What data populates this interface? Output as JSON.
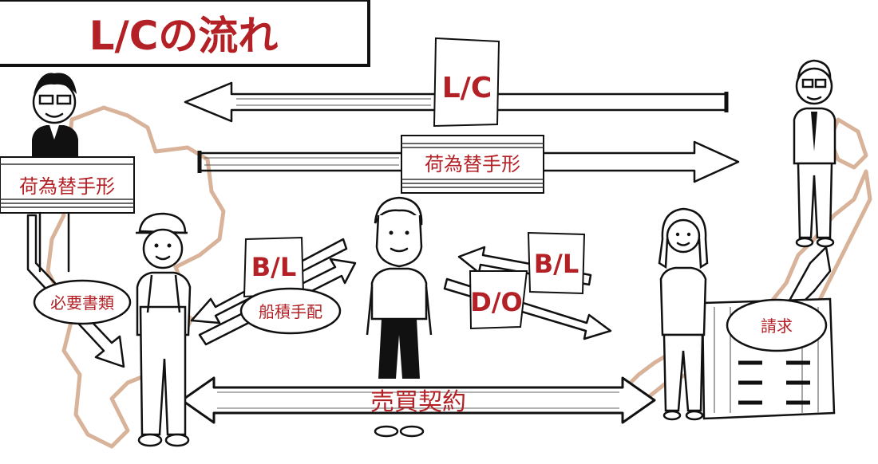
{
  "title": "L/Cの流れ",
  "documents": {
    "lc": "L/C",
    "bill_of_exchange_top": "荷為替手形",
    "bill_of_exchange_left": "荷為替手形",
    "bl_left": "B/L",
    "bl_right": "B/L",
    "do": "D/O"
  },
  "bubbles": {
    "required_docs": "必要書類",
    "shipping": "船積手配",
    "claim": "請求"
  },
  "contract": "売買契約",
  "colors": {
    "accent": "#b32025",
    "map_outline": "#d8b39a"
  }
}
